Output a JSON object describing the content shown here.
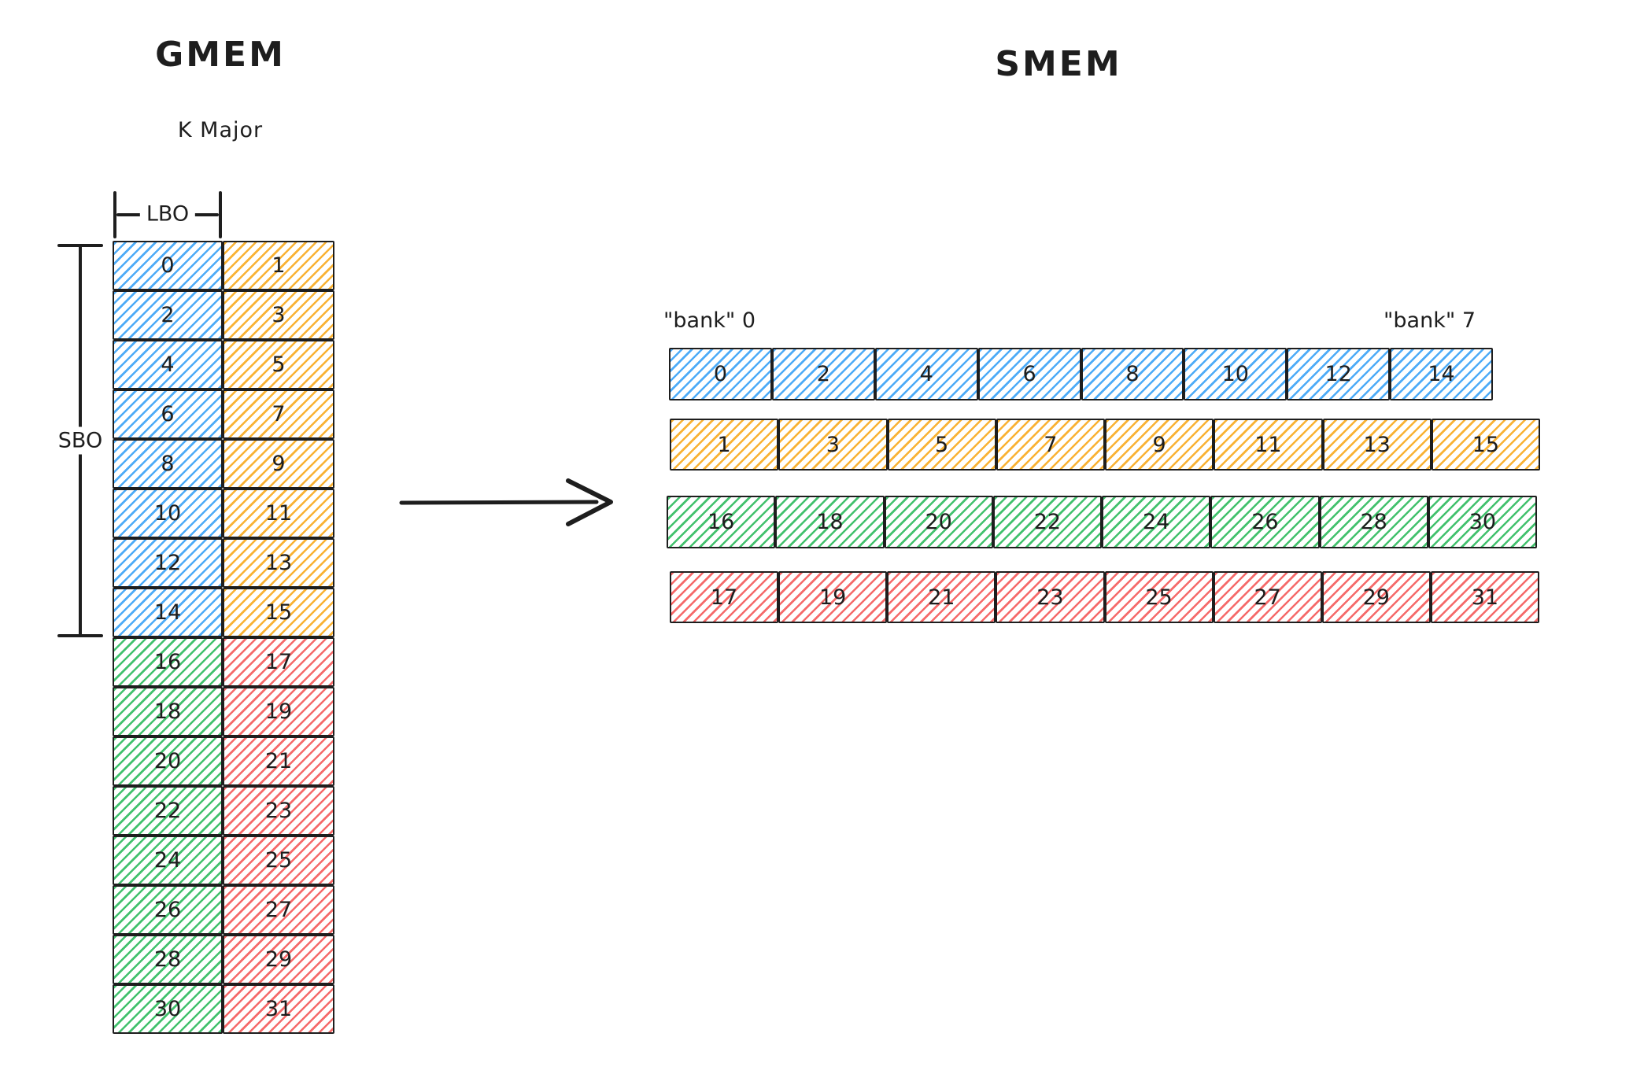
{
  "colors": {
    "blue": "#4dabf7",
    "yellow": "#f9b234",
    "green": "#42c16d",
    "red": "#f56a6a",
    "ink": "#1e1e1e"
  },
  "gmem": {
    "title": "GMEM",
    "subtitle": "K Major",
    "lbo_label": "LBO",
    "sbo_label": "SBO",
    "rows": [
      {
        "cells": [
          {
            "value": "0",
            "color": "blue"
          },
          {
            "value": "1",
            "color": "yellow"
          }
        ]
      },
      {
        "cells": [
          {
            "value": "2",
            "color": "blue"
          },
          {
            "value": "3",
            "color": "yellow"
          }
        ]
      },
      {
        "cells": [
          {
            "value": "4",
            "color": "blue"
          },
          {
            "value": "5",
            "color": "yellow"
          }
        ]
      },
      {
        "cells": [
          {
            "value": "6",
            "color": "blue"
          },
          {
            "value": "7",
            "color": "yellow"
          }
        ]
      },
      {
        "cells": [
          {
            "value": "8",
            "color": "blue"
          },
          {
            "value": "9",
            "color": "yellow"
          }
        ]
      },
      {
        "cells": [
          {
            "value": "10",
            "color": "blue"
          },
          {
            "value": "11",
            "color": "yellow"
          }
        ]
      },
      {
        "cells": [
          {
            "value": "12",
            "color": "blue"
          },
          {
            "value": "13",
            "color": "yellow"
          }
        ]
      },
      {
        "cells": [
          {
            "value": "14",
            "color": "blue"
          },
          {
            "value": "15",
            "color": "yellow"
          }
        ]
      },
      {
        "cells": [
          {
            "value": "16",
            "color": "green"
          },
          {
            "value": "17",
            "color": "red"
          }
        ]
      },
      {
        "cells": [
          {
            "value": "18",
            "color": "green"
          },
          {
            "value": "19",
            "color": "red"
          }
        ]
      },
      {
        "cells": [
          {
            "value": "20",
            "color": "green"
          },
          {
            "value": "21",
            "color": "red"
          }
        ]
      },
      {
        "cells": [
          {
            "value": "22",
            "color": "green"
          },
          {
            "value": "23",
            "color": "red"
          }
        ]
      },
      {
        "cells": [
          {
            "value": "24",
            "color": "green"
          },
          {
            "value": "25",
            "color": "red"
          }
        ]
      },
      {
        "cells": [
          {
            "value": "26",
            "color": "green"
          },
          {
            "value": "27",
            "color": "red"
          }
        ]
      },
      {
        "cells": [
          {
            "value": "28",
            "color": "green"
          },
          {
            "value": "29",
            "color": "red"
          }
        ]
      },
      {
        "cells": [
          {
            "value": "30",
            "color": "green"
          },
          {
            "value": "31",
            "color": "red"
          }
        ]
      }
    ]
  },
  "smem": {
    "title": "SMEM",
    "bank_start_label": "\"bank\" 0",
    "bank_end_label": "\"bank\" 7",
    "rows": [
      {
        "color": "blue",
        "values": [
          "0",
          "2",
          "4",
          "6",
          "8",
          "10",
          "12",
          "14"
        ]
      },
      {
        "color": "yellow",
        "values": [
          "1",
          "3",
          "5",
          "7",
          "9",
          "11",
          "13",
          "15"
        ]
      },
      {
        "color": "green",
        "values": [
          "16",
          "18",
          "20",
          "22",
          "24",
          "26",
          "28",
          "30"
        ]
      },
      {
        "color": "red",
        "values": [
          "17",
          "19",
          "21",
          "23",
          "25",
          "27",
          "29",
          "31"
        ]
      }
    ]
  }
}
